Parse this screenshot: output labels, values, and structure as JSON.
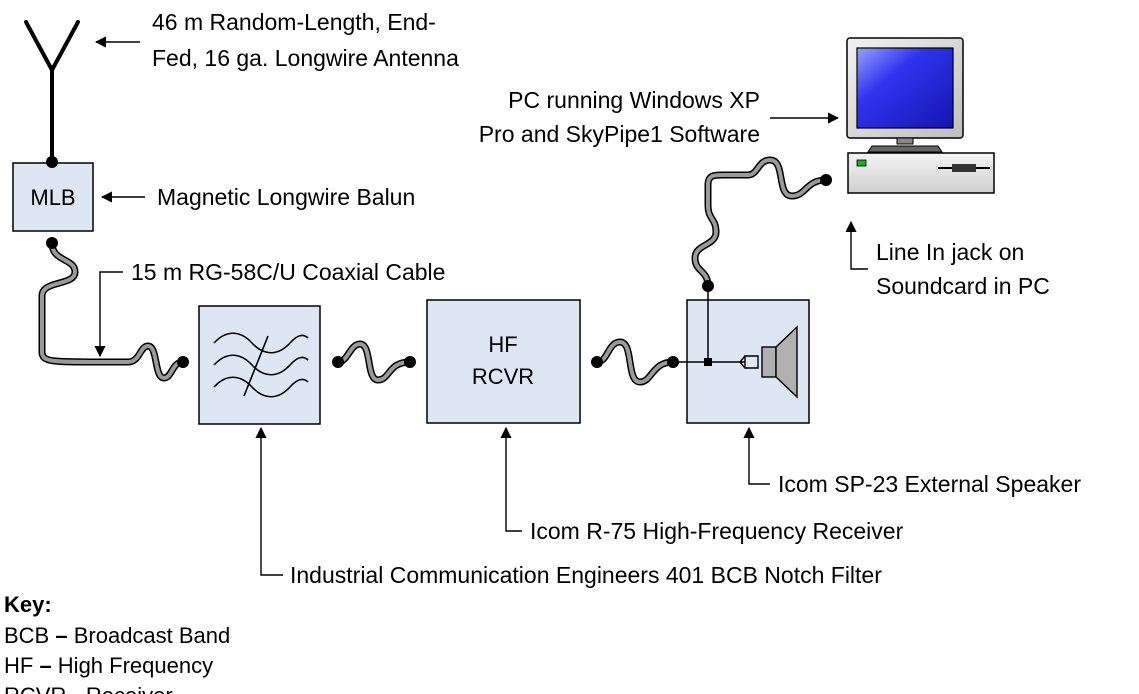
{
  "components": {
    "balun": {
      "label": "MLB"
    },
    "receiver": {
      "label_line1": "HF",
      "label_line2": "RCVR"
    }
  },
  "callouts": {
    "antenna_line1": "46 m Random-Length, End-",
    "antenna_line2": "Fed, 16 ga. Longwire Antenna",
    "balun": "Magnetic Longwire Balun",
    "coax": "15 m RG-58C/U Coaxial Cable",
    "pc_line1": "PC running Windows XP",
    "pc_line2": "Pro and SkyPipe1 Software",
    "line_in_line1": "Line In jack on",
    "line_in_line2": "Soundcard in PC",
    "speaker": "Icom SP-23 External Speaker",
    "receiver": "Icom R-75 High-Frequency Receiver",
    "filter": "Industrial Communication Engineers 401 BCB Notch Filter"
  },
  "key": {
    "title": "Key:",
    "items": [
      {
        "abbr": "BCB",
        "sep": " – ",
        "meaning": "Broadcast Band"
      },
      {
        "abbr": "HF",
        "sep": " – ",
        "meaning": "High Frequency"
      },
      {
        "abbr": "RCVR",
        "sep": " - ",
        "meaning": "Receiver"
      }
    ]
  },
  "colors": {
    "box_fill": "#dde7f3",
    "cable": "#7a7a7a",
    "screen_blue": "#2b2ee8",
    "pc_case": "#e6e6e6",
    "speaker_fill": "#b0b0b0"
  }
}
